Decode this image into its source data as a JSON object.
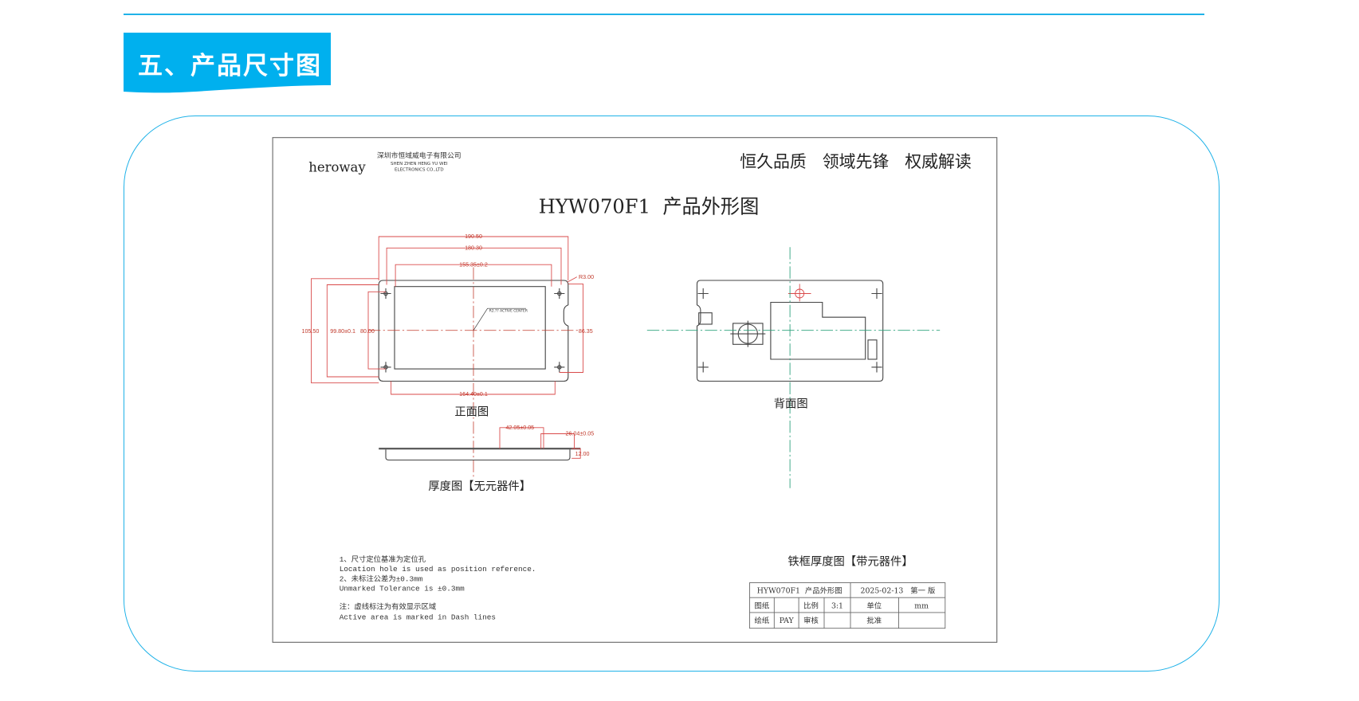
{
  "section": {
    "title": "五、产品尺寸图",
    "accent_color": "#00b0ee"
  },
  "drawing": {
    "logo": "heroway",
    "company_cn": "深圳市恒域威电子有限公司",
    "company_en_1": "SHEN ZHEN HENG YU WEI",
    "company_en_2": "ELECTRONICS CO.,LTD",
    "slogan": "恒久品质   领域先锋   权威解读",
    "title": "HYW070F1  产品外形图",
    "front": {
      "caption": "正面图",
      "dims": {
        "w_outer": "190.50",
        "w_mid": "180.30",
        "w_active": "155.35±0.2",
        "radius": "R3.00",
        "h_outer": "105.50",
        "h_mid": "99.80±0.1",
        "h_holes": "80.00",
        "h_right": "86.35",
        "w_holes": "164.40±0.1",
        "center_note": "R2.??  ACTIVE CENTER"
      }
    },
    "back": {
      "caption": "背面图"
    },
    "thickness": {
      "caption": "厚度图【无元器件】",
      "d1": "42.05±0.05",
      "d2": "26.04±0.05",
      "d3": "12.00"
    },
    "thickness_with_parts": {
      "caption": "铁框厚度图【带元器件】"
    },
    "notes": [
      "1、尺寸定位基准为定位孔",
      "Location hole is used as position reference.",
      "2、未标注公差为±0.3mm",
      "Unmarked Tolerance is ±0.3mm",
      "注：虚线标注为有效显示区域",
      "Active area is marked in Dash lines"
    ],
    "title_block": {
      "name": "HYW070F1  产品外形图",
      "date_version": "2025-02-13   第一 版",
      "row2": [
        "图纸",
        "",
        "比例",
        "3:1",
        "单位",
        "mm"
      ],
      "row3": [
        "绘纸",
        "PAY",
        "审核",
        "",
        "批准",
        ""
      ]
    }
  }
}
